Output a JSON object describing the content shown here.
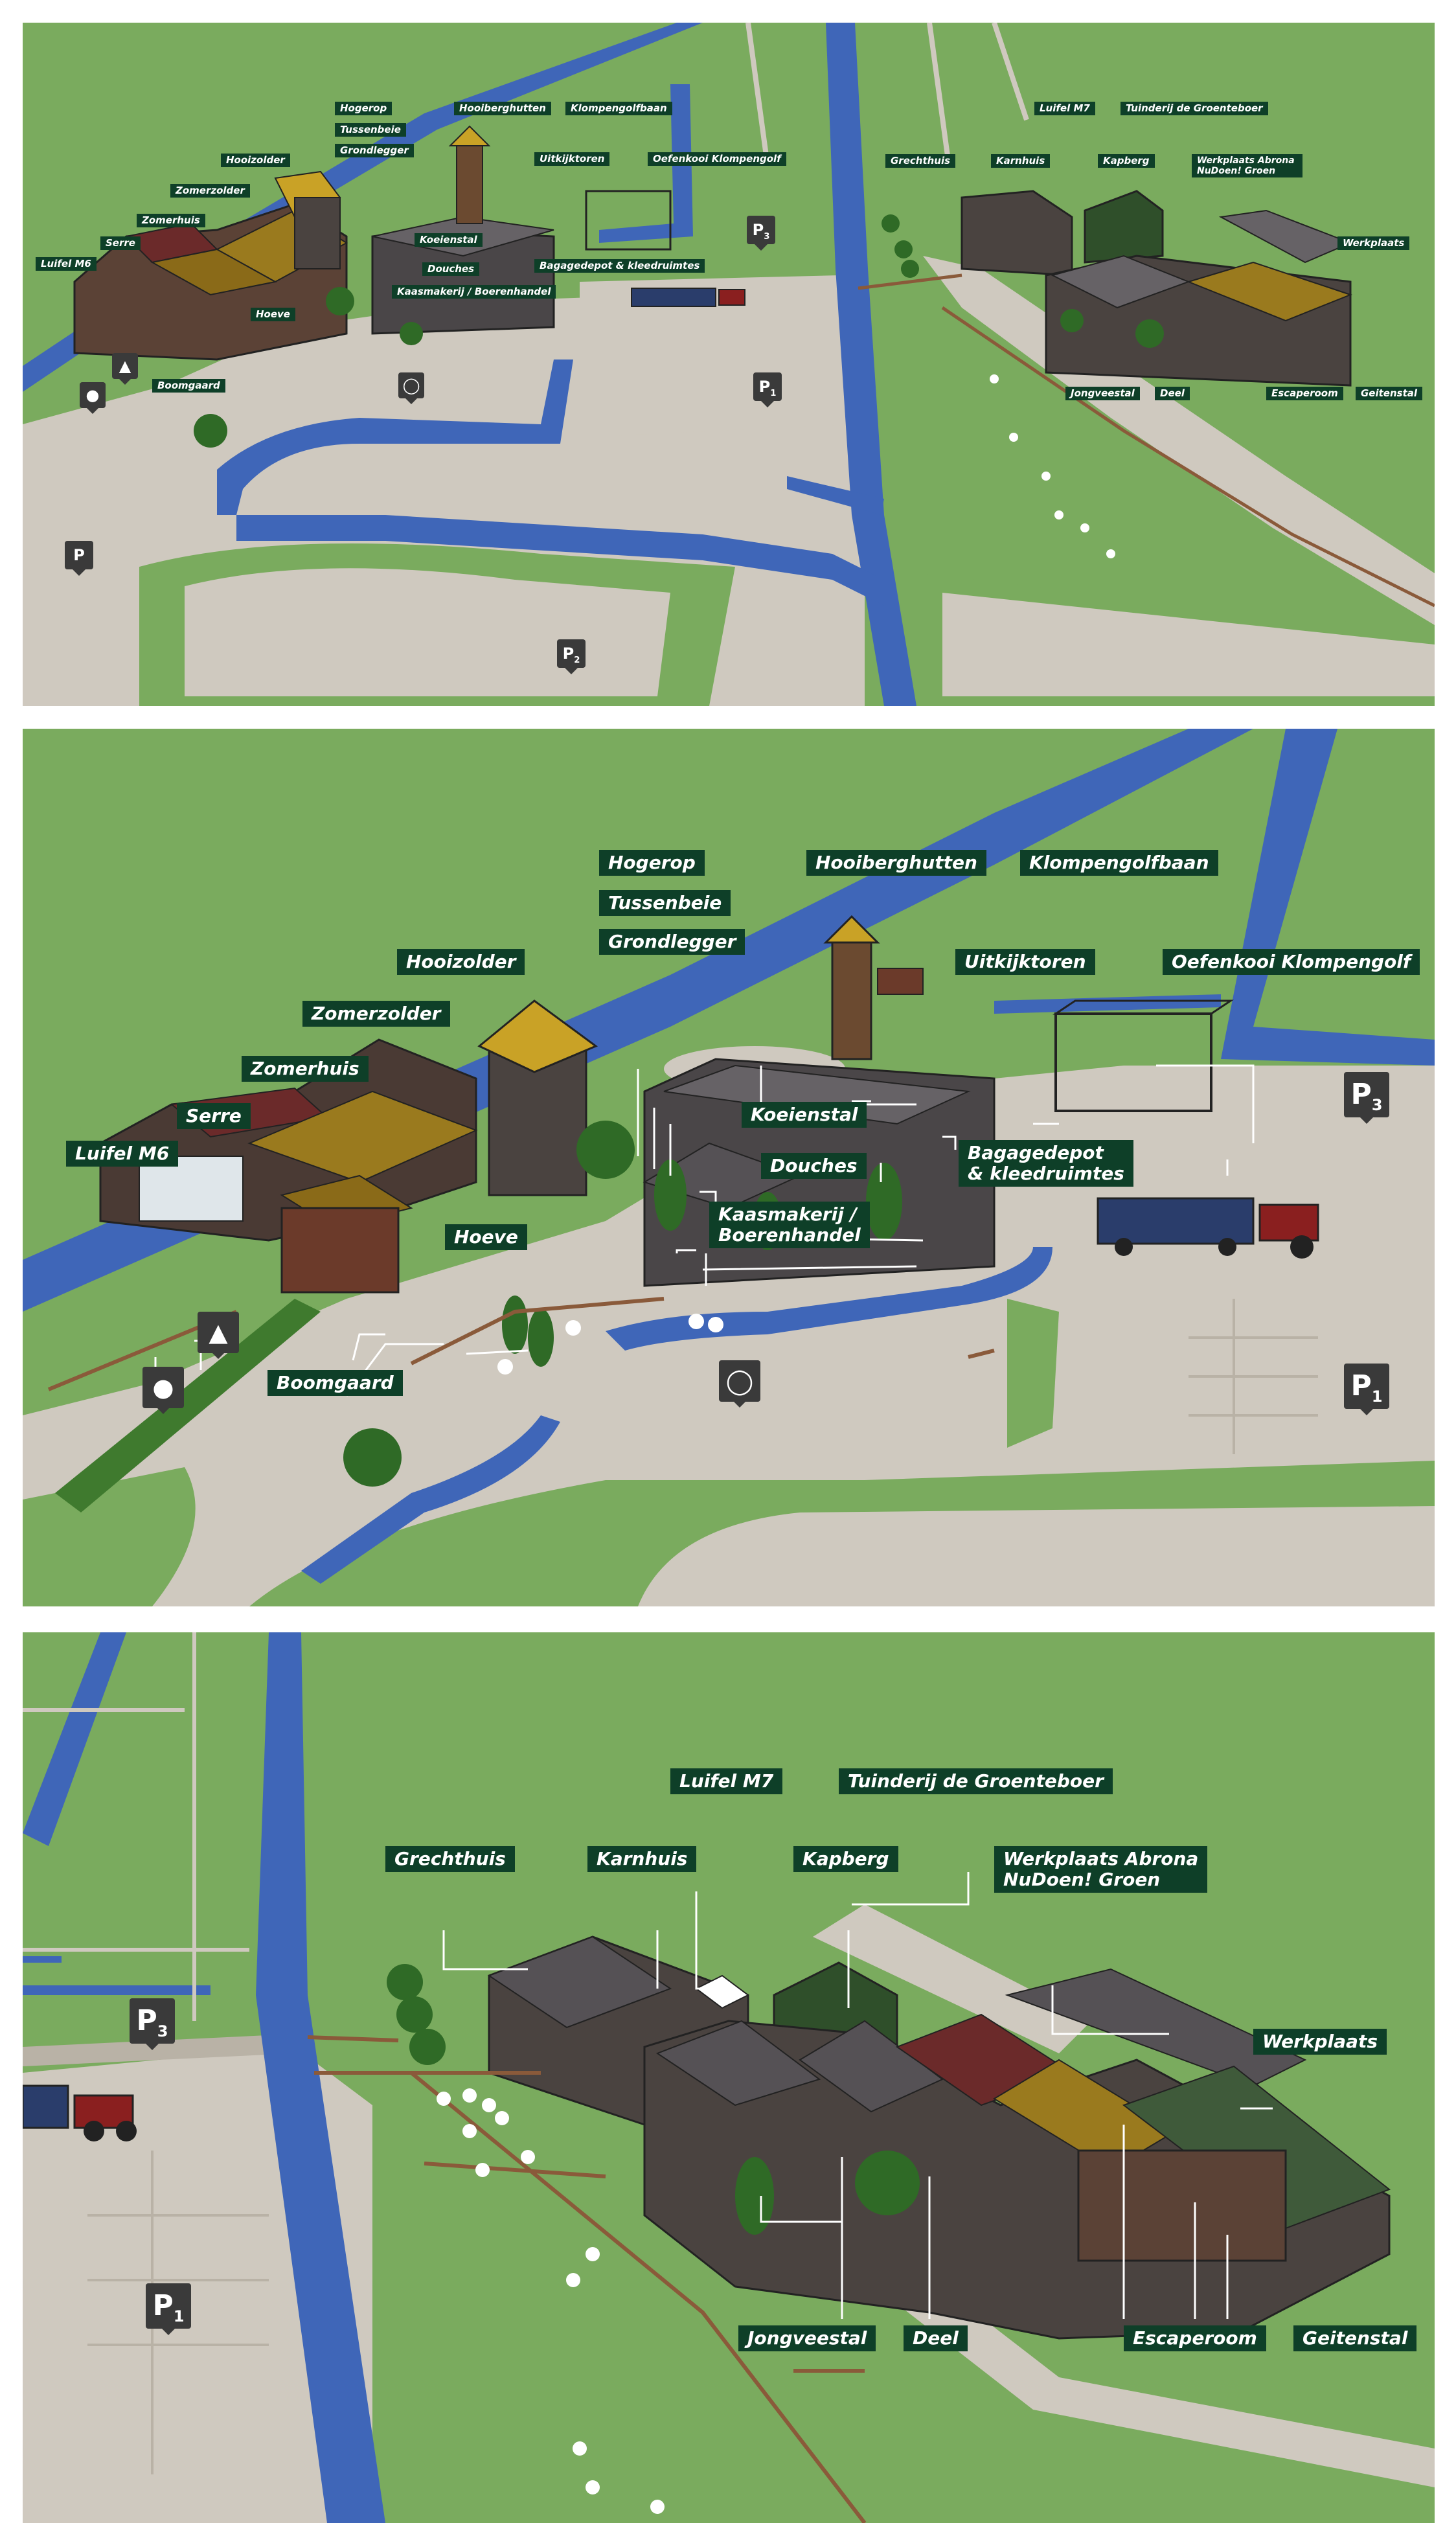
{
  "colors": {
    "grass": "#7aab5e",
    "path": "#cfc9bf",
    "water": "#3f66b8",
    "label_bg": "#0e3f28",
    "pin_bg": "#3a3a3a"
  },
  "icons": {
    "playground": "playground-icon",
    "trampoline": "trampoline-icon",
    "bicycle": "bicycle-icon",
    "signpost": "signpost-icon"
  },
  "overview": {
    "labels": {
      "hogerop": "Hogerop",
      "tussenbeie": "Tussenbeie",
      "grondlegger": "Grondlegger",
      "hooiberghutten": "Hooiberghutten",
      "klompengolfbaan": "Klompengolfbaan",
      "hooizolder": "Hooizolder",
      "zomerzolder": "Zomerzolder",
      "zomerhuis": "Zomerhuis",
      "serre": "Serre",
      "luifel_m6": "Luifel M6",
      "uitkijktoren": "Uitkijktoren",
      "oefenkooi": "Oefenkooi Klompengolf",
      "koeienstal": "Koeienstal",
      "douches": "Douches",
      "kaasmakerij": "Kaasmakerij / Boerenhandel",
      "bagagedepot": "Bagagedepot & kleedruimtes",
      "hoeve": "Hoeve",
      "boomgaard": "Boomgaard",
      "luifel_m7": "Luifel M7",
      "tuinderij": "Tuinderij de Groenteboer",
      "grechthuis": "Grechthuis",
      "karnhuis": "Karnhuis",
      "kapberg": "Kapberg",
      "werkplaats_abrona": "Werkplaats Abrona NuDoen! Groen",
      "werkplaats": "Werkplaats",
      "jongveestal": "Jongveestal",
      "deel": "Deel",
      "escaperoom": "Escaperoom",
      "geitenstal": "Geitenstal"
    },
    "parking": {
      "p1_letter": "P",
      "p1_num": "1",
      "p2_letter": "P",
      "p2_num": "2",
      "p3_letter": "P",
      "p3_num": "3",
      "bus_letter": "P"
    }
  },
  "west": {
    "labels": {
      "hogerop": "Hogerop",
      "tussenbeie": "Tussenbeie",
      "grondlegger": "Grondlegger",
      "hooiberghutten": "Hooiberghutten",
      "klompengolfbaan": "Klompengolfbaan",
      "hooizolder": "Hooizolder",
      "uitkijktoren": "Uitkijktoren",
      "oefenkooi": "Oefenkooi Klompengolf",
      "zomerzolder": "Zomerzolder",
      "zomerhuis": "Zomerhuis",
      "koeienstal": "Koeienstal",
      "serre": "Serre",
      "douches": "Douches",
      "bagagedepot_1": "Bagagedepot",
      "bagagedepot_2": "& kleedruimtes",
      "luifel_m6": "Luifel M6",
      "kaasmakerij_1": "Kaasmakerij /",
      "kaasmakerij_2": "Boerenhandel",
      "hoeve": "Hoeve",
      "boomgaard": "Boomgaard"
    },
    "parking": {
      "p3_letter": "P",
      "p3_num": "3",
      "p1_letter": "P",
      "p1_num": "1"
    }
  },
  "east": {
    "labels": {
      "luifel_m7": "Luifel M7",
      "tuinderij": "Tuinderij de Groenteboer",
      "grechthuis": "Grechthuis",
      "karnhuis": "Karnhuis",
      "kapberg": "Kapberg",
      "werkplaats_abrona_1": "Werkplaats Abrona",
      "werkplaats_abrona_2": "NuDoen! Groen",
      "werkplaats": "Werkplaats",
      "jongveestal": "Jongveestal",
      "deel": "Deel",
      "escaperoom": "Escaperoom",
      "geitenstal": "Geitenstal"
    },
    "parking": {
      "p3_letter": "P",
      "p3_num": "3",
      "p1_letter": "P",
      "p1_num": "1"
    }
  }
}
